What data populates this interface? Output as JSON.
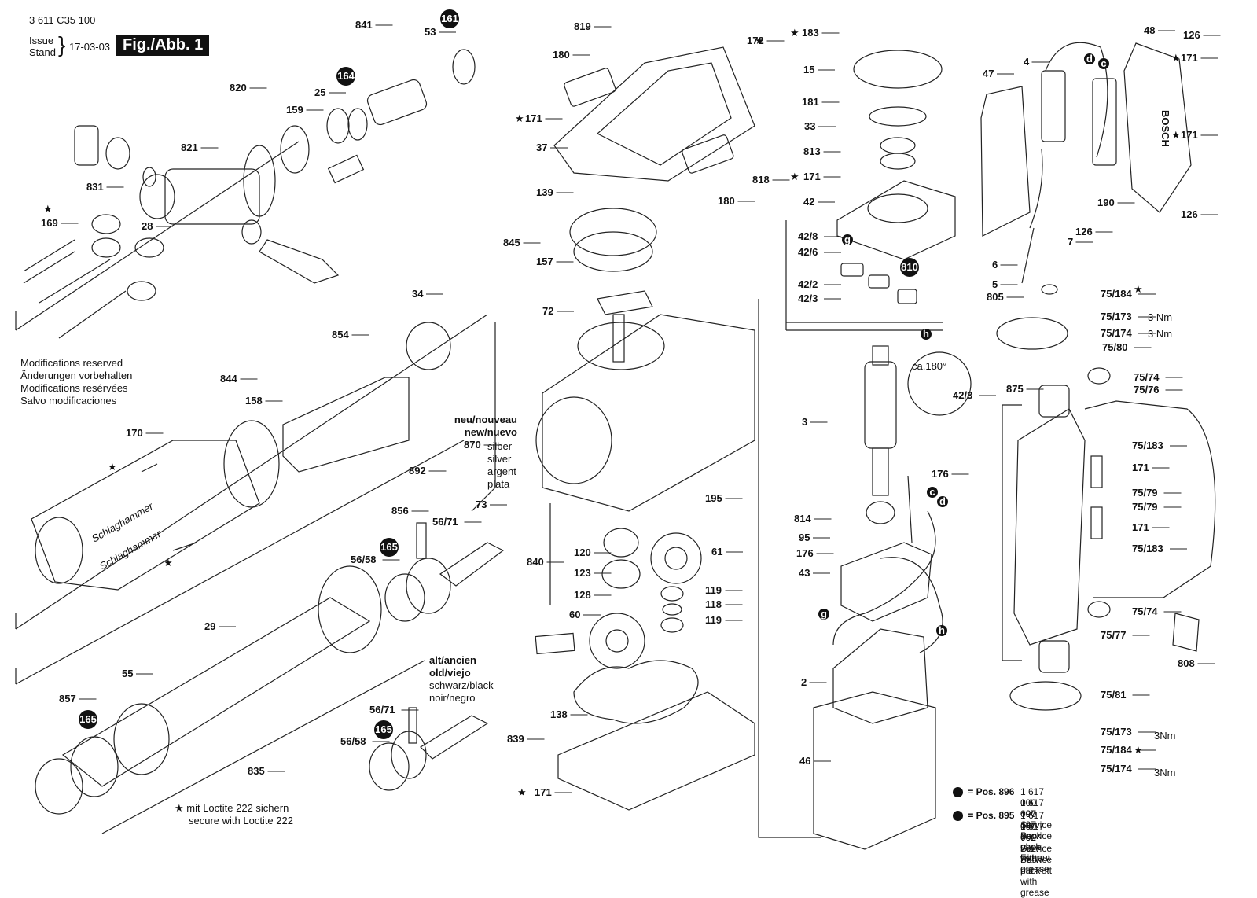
{
  "header": {
    "doc_number": "3 611 C35 100",
    "issue_label": "Issue",
    "stand_label": "Stand",
    "date": "17-03-03",
    "figure_label": "Fig./Abb. 1"
  },
  "notes": {
    "modifications": [
      "Modifications reserved",
      "Änderungen vorbehalten",
      "Modifications resérvées",
      "Salvo modificaciones"
    ],
    "new_label": [
      "neu/nouveau",
      "new/nuevo"
    ],
    "silver_label": [
      "silber",
      "silver",
      "argent",
      "plata"
    ],
    "old_label": [
      "alt/ancien",
      "old/viejo"
    ],
    "black_label": [
      "schwarz/black",
      "noir/negro"
    ],
    "loctite": [
      "★ mit Loctite 222 sichern",
      "secure with Loctite 222"
    ],
    "ca180": "ca.180°",
    "torque_3nm": "3 Nm",
    "torque_3nm_b": "3Nm"
  },
  "service_packs": [
    {
      "pos": "= Pos. 896",
      "line1": "1 617 000 497 Service Pack ohne Fett",
      "line2": "1 617 000 497 Service pack without grease"
    },
    {
      "pos": "= Pos. 895",
      "line1": "1 617 000 702 Service Pack mit Fett",
      "line2": "1 617 000 702 Service pack with grease"
    }
  ],
  "part_labels": [
    "819",
    "180",
    "172",
    "37",
    "818",
    "180",
    "171",
    "845",
    "139",
    "157",
    "72",
    "195",
    "840",
    "120",
    "123",
    "128",
    "61",
    "119",
    "118",
    "119",
    "60",
    "839",
    "138",
    "171",
    "183",
    "15",
    "181",
    "33",
    "813",
    "171",
    "42",
    "42/8",
    "42/6",
    "42/2",
    "42/3",
    "810",
    "3",
    "176",
    "814",
    "95",
    "176",
    "43",
    "2",
    "46",
    "42/3",
    "48",
    "126",
    "47",
    "4",
    "171",
    "171",
    "126",
    "7",
    "126",
    "190",
    "6",
    "5",
    "805",
    "75/184",
    "75/173",
    "75/174",
    "75/80",
    "875",
    "75/74",
    "75/76",
    "75/183",
    "171",
    "75/79",
    "75/79",
    "171",
    "75/183",
    "75/74",
    "75/77",
    "808",
    "75/81",
    "75/173",
    "75/184",
    "75/174",
    "841",
    "53",
    "820",
    "159",
    "25",
    "821",
    "831",
    "169",
    "28",
    "34",
    "854",
    "844",
    "158",
    "170",
    "870",
    "892",
    "856",
    "56/71",
    "73",
    "56/58",
    "29",
    "55",
    "857",
    "835",
    "56/71",
    "56/58"
  ],
  "circled_labels": [
    "161",
    "164",
    "165",
    "165",
    "165",
    "810"
  ],
  "letters": [
    "g",
    "h",
    "d",
    "c",
    "c",
    "d",
    "g",
    "h"
  ],
  "brand": "BOSCH",
  "tool_text": [
    "Schlaghammer",
    "Schlaghammer"
  ]
}
